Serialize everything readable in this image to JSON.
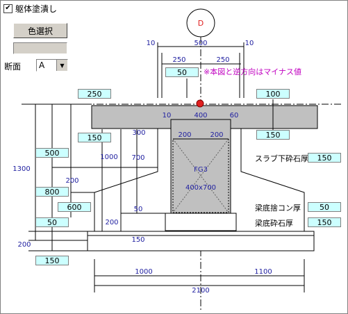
{
  "controls": {
    "checkbox_label": "躯体塗潰し",
    "checkbox_checked": true,
    "color_button": "色選択",
    "section_label": "断面",
    "section_value": "A"
  },
  "inputs": {
    "note_offset": "50",
    "left_top": "250",
    "right_top": "100",
    "slab_thickness": "150",
    "right_slab": "150",
    "left_500": "500",
    "left_800": "800",
    "left_600": "600",
    "left_50": "50",
    "left_150": "150",
    "slab_gravel": "150",
    "beam_concrete": "50",
    "beam_gravel": "150"
  },
  "labels": {
    "slab_gravel": "スラブ下砕石厚",
    "beam_concrete": "梁底捨コン厚",
    "beam_gravel": "梁底砕石厚",
    "note": "※本図と逆方向はマイナス値",
    "axis": "D",
    "beam_name": "FG3",
    "beam_size": "400x700"
  },
  "dims": {
    "d10a": "10",
    "d500": "500",
    "d10b": "10",
    "d250a": "250",
    "d250b": "250",
    "d10c": "10",
    "d400": "400",
    "d60": "60",
    "d200a": "200",
    "d200b": "200",
    "d300": "300",
    "d1000v": "1000",
    "d700": "700",
    "d1300": "1300",
    "d200v1": "200",
    "d50": "50",
    "d200v2": "200",
    "d150": "150",
    "d200v3": "200",
    "d1000h": "1000",
    "d1100": "1100",
    "d2100": "2100"
  },
  "colors": {
    "concrete": "#c0c0c0",
    "marker": "#e02020",
    "input_bg": "#ccffff",
    "dimension_text": "#2020a0",
    "note_text": "#c000c0"
  }
}
